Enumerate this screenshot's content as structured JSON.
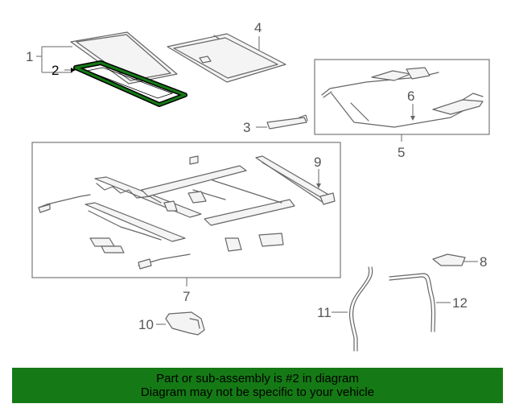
{
  "callouts": {
    "c1": "1",
    "c2": "2",
    "c3": "3",
    "c4": "4",
    "c5": "5",
    "c6": "6",
    "c7": "7",
    "c8": "8",
    "c9": "9",
    "c10": "10",
    "c11": "11",
    "c12": "12"
  },
  "highlight": {
    "part": "2",
    "color": "#157a15"
  },
  "banner": {
    "line1": "Part or sub-assembly is #2 in diagram",
    "line2": "Diagram may not be specific to your vehicle",
    "color": "#157a15"
  }
}
